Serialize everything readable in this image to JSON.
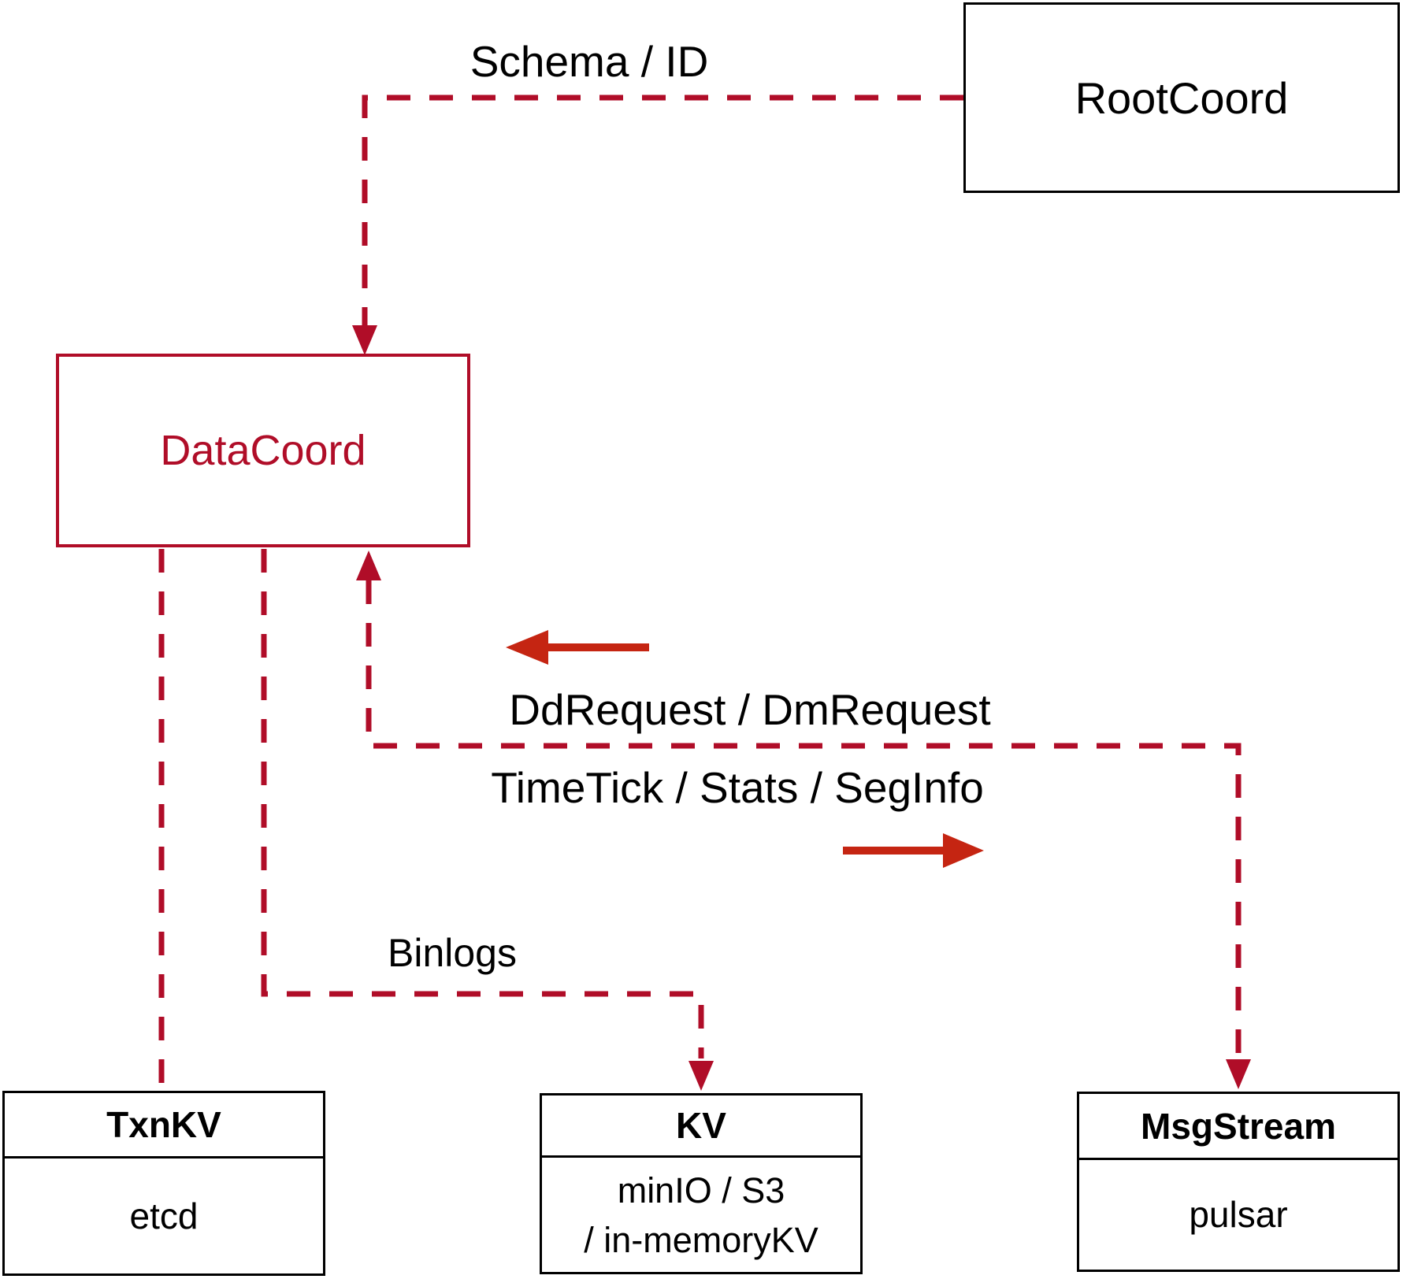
{
  "diagram": {
    "description": "Data coordinator architecture diagram",
    "nodes": {
      "rootcoord": {
        "label": "RootCoord"
      },
      "datacoord": {
        "label": "DataCoord"
      },
      "txnkv": {
        "title": "TxnKV",
        "body": "etcd"
      },
      "kv": {
        "title": "KV",
        "body_line1": "minIO / S3",
        "body_line2": "/ in-memoryKV"
      },
      "msgstream": {
        "title": "MsgStream",
        "body": "pulsar"
      }
    },
    "edge_labels": {
      "schema_id": "Schema / ID",
      "dd_dm_request": "DdRequest / DmRequest",
      "timetick_stats_seginfo": "TimeTick / Stats / SegInfo",
      "binlogs": "Binlogs"
    },
    "edges": [
      {
        "from": "RootCoord",
        "to": "DataCoord",
        "label": "Schema / ID",
        "style": "dashed"
      },
      {
        "from": "DataCoord",
        "to": "TxnKV",
        "label": "",
        "style": "dashed"
      },
      {
        "from": "DataCoord",
        "to": "KV",
        "label": "Binlogs",
        "style": "dashed"
      },
      {
        "from": "MsgStream",
        "to": "DataCoord",
        "label": "DdRequest / DmRequest",
        "style": "dashed"
      },
      {
        "from": "DataCoord",
        "to": "MsgStream",
        "label": "TimeTick / Stats / SegInfo",
        "style": "dashed"
      }
    ],
    "colors": {
      "dashed_line_red": "#b00d28",
      "datacoord_red": "#b00d28",
      "solid_arrow_red": "#c52512",
      "box_border_black": "#000000",
      "background": "#ffffff"
    }
  }
}
